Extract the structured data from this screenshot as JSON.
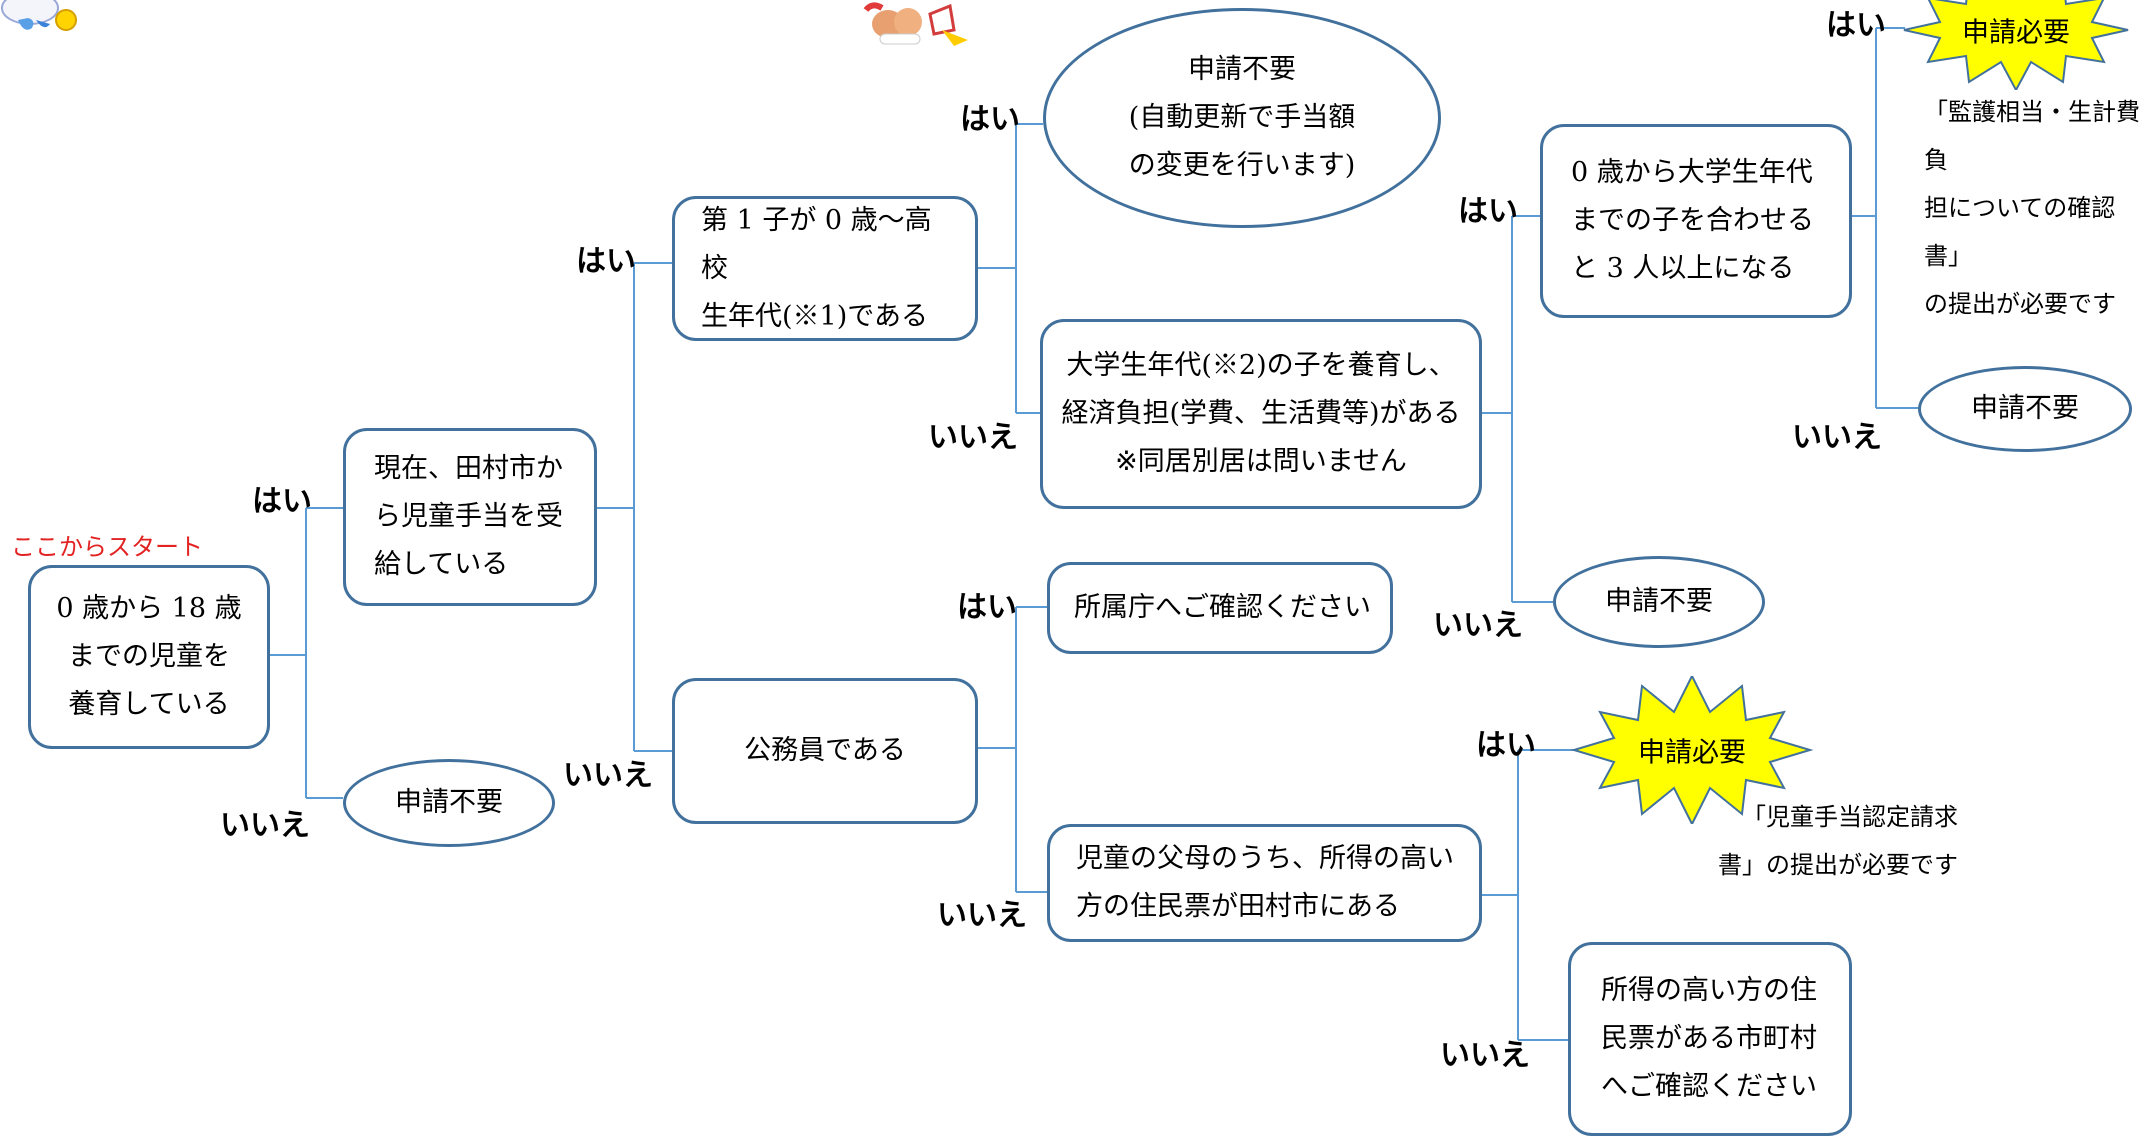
{
  "start_label": "ここからスタート",
  "answers": {
    "yes": "はい",
    "no": "いいえ"
  },
  "nodes": {
    "raising": "0 歳から 18 歳\nまでの児童を\n養育している",
    "receiving": "現在、田村市か\nら児童手当を受\n給している",
    "first_child": "第 1 子が 0 歳～高校\n生年代(※1)である",
    "civil_servant": "公務員である",
    "auto_update": "申請不要\n(自動更新で手当額\nの変更を行います)",
    "university": "大学生年代(※2)の子を養育し、\n経済負担(学費、生活費等)がある\n※同居別居は問いません",
    "three_children": "0 歳から大学生年代\nまでの子を合わせる\nと 3 人以上になる",
    "agency": "所属庁へご確認ください",
    "parent_residence": "児童の父母のうち、所得の高い\n方の住民票が田村市にある",
    "other_city": "所得の高い方の住\n民票がある市町村\nへご確認ください",
    "not_required": "申請不要",
    "required": "申請必要"
  },
  "notes": {
    "custody_form": "「監護相当・生計費負\n担についての確認書」\nの提出が必要です",
    "claim_form": "「児童手当認定請求\n書」の提出が必要です"
  },
  "colors": {
    "border": "#41719c",
    "line": "#5b9bd5",
    "star_fill": "#ffff00",
    "start_text": "#e32222"
  },
  "icons": [
    "mascot-icon",
    "mascot-group-icon"
  ]
}
